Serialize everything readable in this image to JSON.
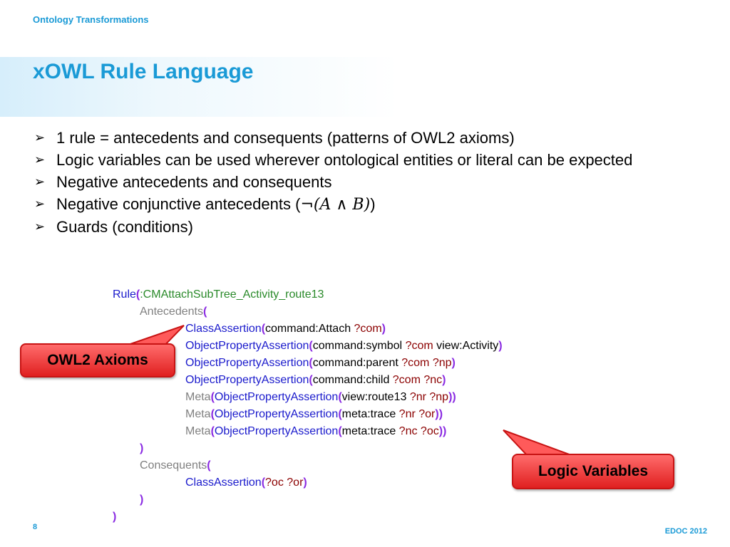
{
  "header": {
    "section": "Ontology Transformations"
  },
  "slide": {
    "title": "xOWL Rule Language",
    "page_number": "8",
    "footer": "EDOC 2012"
  },
  "bullets": [
    {
      "text": "1 rule = antecedents and consequents (patterns of OWL2 axioms)"
    },
    {
      "text": "Logic variables can be used wherever ontological entities or literal can be expected"
    },
    {
      "text": "Negative antecedents and consequents"
    },
    {
      "text": "Negative conjunctive antecedents (",
      "math": "¬(A ∧ B)",
      "suffix": ")"
    },
    {
      "text": "Guards (conditions)"
    }
  ],
  "code": {
    "rule_kw": "Rule",
    "rule_name": ":CMAttachSubTree_Activity_route13",
    "antecedents_kw": "Antecedents",
    "consequents_kw": "Consequents",
    "open": "(",
    "close": ")",
    "close2": "))",
    "class_assertion": "ClassAssertion",
    "opa": "ObjectPropertyAssertion",
    "meta": "Meta",
    "a1_arg": "command:Attach ",
    "a1_var": "?com",
    "a2_arg": "command:symbol ",
    "a2_var": "?com",
    "a2_arg2": " view:Activity",
    "a3_arg": "command:parent ",
    "a3_var": "?com ?np",
    "a4_arg": "command:child ",
    "a4_var": "?com ?nc",
    "a5_arg": "view:route13 ",
    "a5_var": "?nr ?np",
    "a6_arg": "meta:trace ",
    "a6_var": "?nr ?or",
    "a7_arg": "meta:trace ",
    "a7_var": "?nc ?oc",
    "c1_var": "?oc ?or"
  },
  "callouts": {
    "owl2_axioms": "OWL2 Axioms",
    "logic_variables": "Logic Variables"
  },
  "colors": {
    "accent": "#1a9ad6",
    "callout": "#e02020"
  },
  "icons": {
    "bullet": "arrowhead-bullet-icon"
  }
}
